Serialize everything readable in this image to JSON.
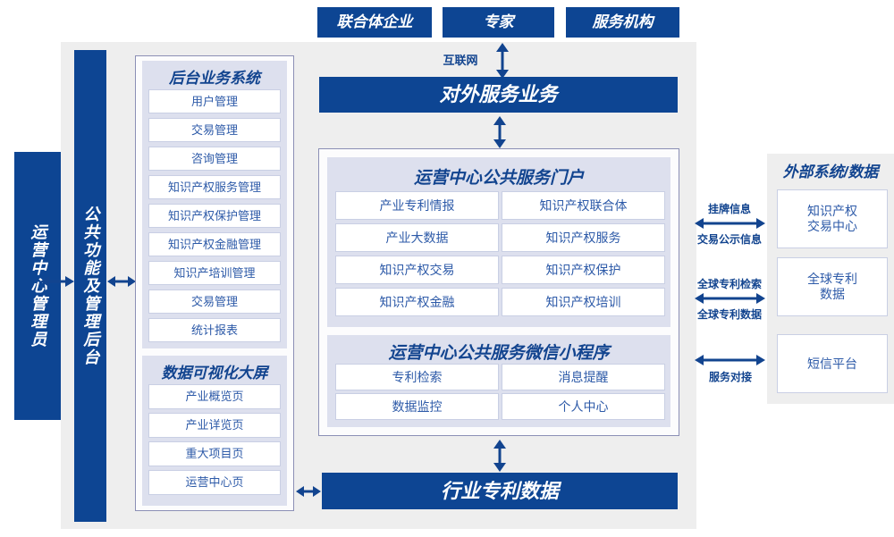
{
  "top_actors": [
    {
      "label": "联合体企业"
    },
    {
      "label": "专家"
    },
    {
      "label": "服务机构"
    }
  ],
  "connectors": {
    "internet": "互联网",
    "external": [
      {
        "above": "挂牌信息",
        "below": "交易公示信息"
      },
      {
        "above": "全球专利检索",
        "below": "全球专利数据"
      },
      {
        "above": "",
        "below": "服务对接"
      }
    ]
  },
  "external_service_bar": {
    "label": "对外服务业务"
  },
  "industry_data_bar": {
    "label": "行业专利数据"
  },
  "left_rails": [
    {
      "label": "运营中心管理员"
    },
    {
      "label": "公共功能及管理后台"
    }
  ],
  "backend_system": {
    "title": "后台业务系统",
    "items": [
      {
        "label": "用户管理"
      },
      {
        "label": "交易管理"
      },
      {
        "label": "咨询管理"
      },
      {
        "label": "知识产权服务管理"
      },
      {
        "label": "知识产权保护管理"
      },
      {
        "label": "知识产权金融管理"
      },
      {
        "label": "知识产培训管理"
      },
      {
        "label": "交易管理"
      },
      {
        "label": "统计报表"
      }
    ]
  },
  "visual_board": {
    "title": "数据可视化大屏",
    "items": [
      {
        "label": "产业概览页"
      },
      {
        "label": "产业详览页"
      },
      {
        "label": "重大项目页"
      },
      {
        "label": "运营中心页"
      }
    ]
  },
  "portal": {
    "title": "运营中心公共服务门户",
    "items": [
      {
        "label": "产业专利情报"
      },
      {
        "label": "知识产权联合体"
      },
      {
        "label": "产业大数据"
      },
      {
        "label": "知识产权服务"
      },
      {
        "label": "知识产权交易"
      },
      {
        "label": "知识产权保护"
      },
      {
        "label": "知识产权金融"
      },
      {
        "label": "知识产权培训"
      }
    ]
  },
  "miniprogram": {
    "title": "运营中心公共服务微信小程序",
    "items": [
      {
        "label": "专利检索"
      },
      {
        "label": "消息提醒"
      },
      {
        "label": "数据监控"
      },
      {
        "label": "个人中心"
      }
    ]
  },
  "external_panel": {
    "title": "外部系统/数据",
    "items": [
      {
        "label": "知识产权\n交易中心"
      },
      {
        "label": "全球专利\n数据"
      },
      {
        "label": "短信平台"
      }
    ]
  },
  "colors": {
    "brand_blue": "#0D4593",
    "text_blue": "#2d5aa8",
    "panel_grey": "#eeeeee",
    "sub_panel": "#dde0ee",
    "card_border": "#8b8fb5"
  }
}
